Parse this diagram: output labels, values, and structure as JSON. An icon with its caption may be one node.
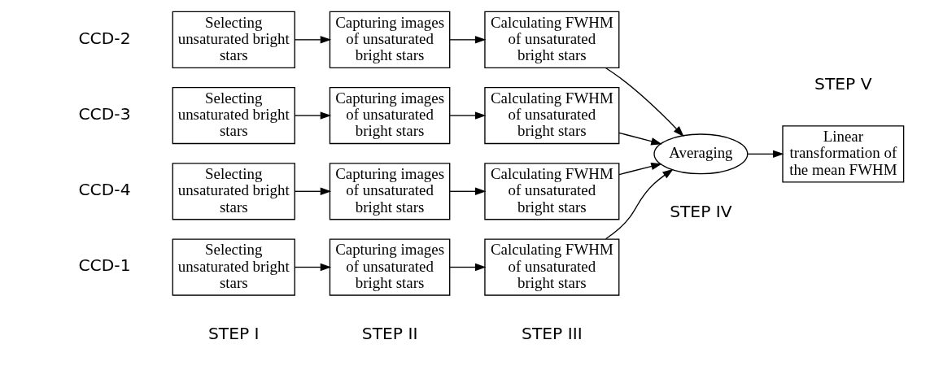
{
  "diagram": {
    "nodes": [
      {
        "text": [
          "Selecting unsaturated bright stars"
        ]
      },
      {
        "text": [
          "Capturing images of unsaturated bright stars"
        ]
      },
      {
        "text": [
          "Calculating FWHM of unsaturated bright stars"
        ]
      },
      {
        "text": [
          "Selecting unsaturated bright stars"
        ]
      },
      {
        "text": [
          "Capturing images of unsaturated bright stars"
        ]
      },
      {
        "text": [
          "Calculating FWHM of unsaturated bright stars"
        ]
      },
      {
        "text": [
          "Selecting unsaturated bright stars"
        ]
      },
      {
        "text": [
          "Capturing images of unsaturated bright stars"
        ]
      },
      {
        "text": [
          "Calculating FWHM of unsaturated bright stars"
        ]
      },
      {
        "text": [
          "Selecting unsaturated bright stars"
        ]
      },
      {
        "text": [
          "Capturing images of unsaturated bright stars"
        ]
      },
      {
        "text": [
          "Calculating FWHM of unsaturated bright stars"
        ]
      },
      {
        "text": [
          "Averaging"
        ]
      },
      {
        "text": [
          "Linear transformation of the mean FWHM"
        ]
      }
    ],
    "edges": [
      {
        "from": 0,
        "to": 1,
        "arrow": "to"
      },
      {
        "from": 1,
        "to": 2,
        "arrow": "to"
      },
      {
        "from": 2,
        "to": 12,
        "arrow": "to"
      },
      {
        "from": 3,
        "to": 4,
        "arrow": "to"
      },
      {
        "from": 4,
        "to": 5,
        "arrow": "to"
      },
      {
        "from": 5,
        "to": 12,
        "arrow": "to"
      },
      {
        "from": 6,
        "to": 7,
        "arrow": "to"
      },
      {
        "from": 7,
        "to": 8,
        "arrow": "to"
      },
      {
        "from": 8,
        "to": 12,
        "arrow": "to"
      },
      {
        "from": 9,
        "to": 10,
        "arrow": "to"
      },
      {
        "from": 10,
        "to": 11,
        "arrow": "to"
      },
      {
        "from": 11,
        "to": 12,
        "arrow": "to"
      },
      {
        "from": 12,
        "to": 13,
        "arrow": "to"
      }
    ],
    "labels": [
      "STEP I",
      "STEP II",
      "STEP III",
      "CCD-1",
      "STEP IV",
      "STEP V",
      "CCD-2",
      "CCD-3",
      "CCD-4"
    ]
  }
}
